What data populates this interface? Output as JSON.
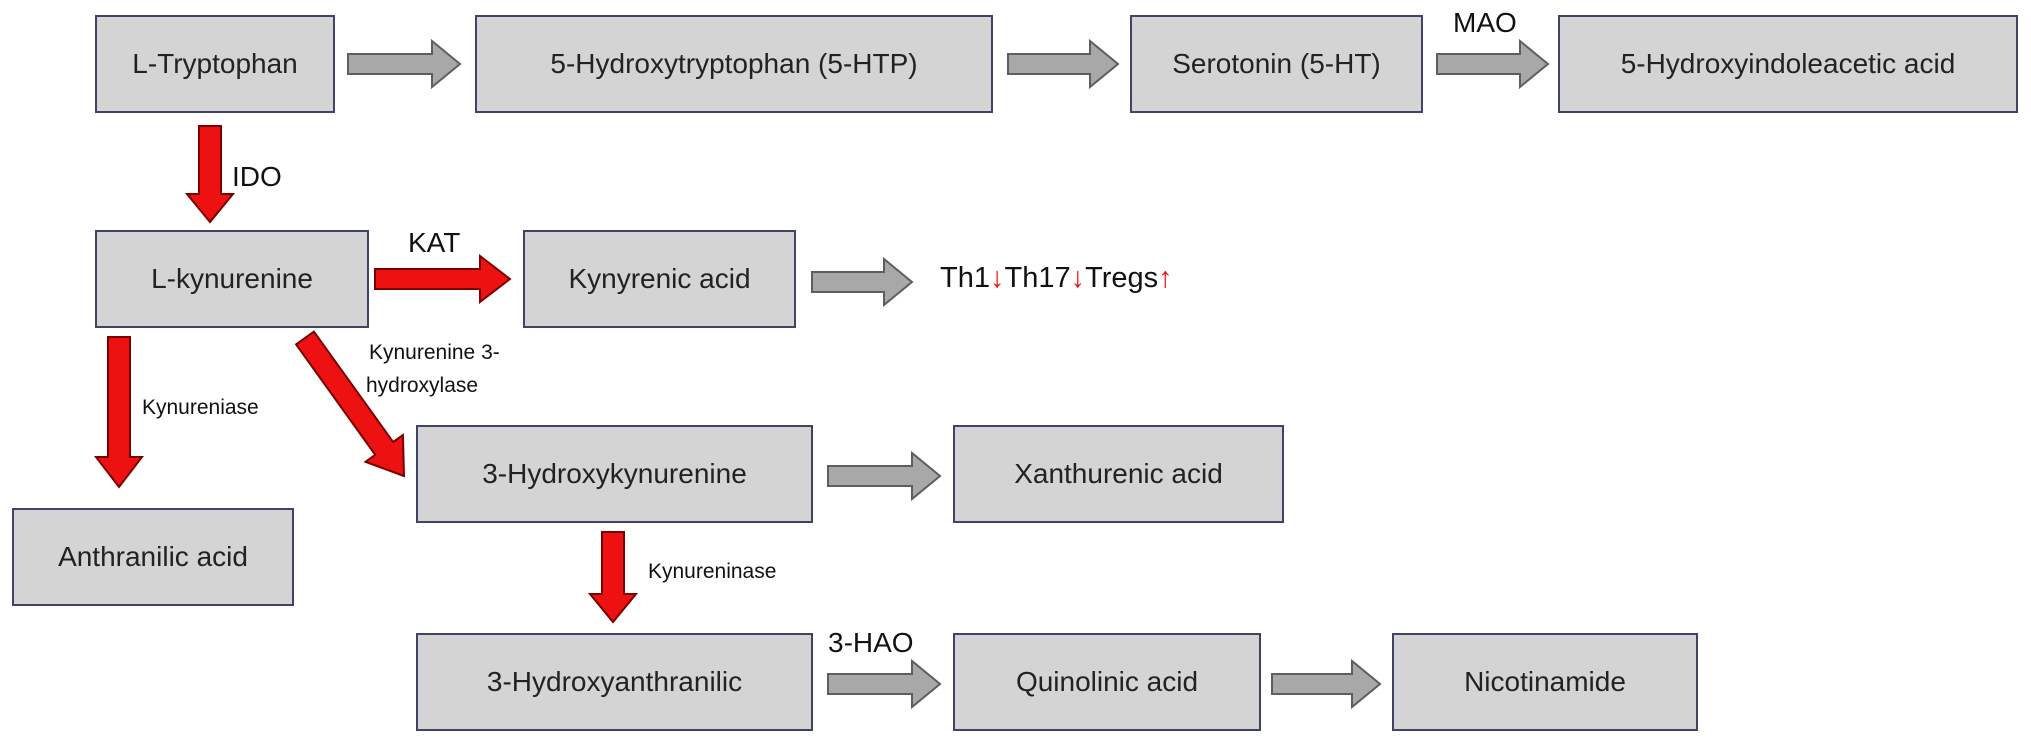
{
  "colors": {
    "box_fill": "#d4d4d4",
    "box_border": "#3f4466",
    "gray_arrow": "#a8a8a8",
    "gray_arrow_border": "#5e5e5e",
    "red_arrow": "#ee1111",
    "red_arrow_border": "#7a0000"
  },
  "nodes": {
    "tryptophan": "L-Tryptophan",
    "htp": "5-Hydroxytryptophan (5-HTP)",
    "serotonin": "Serotonin (5-HT)",
    "hiaa": "5-Hydroxyindoleacetic acid",
    "kynurenine": "L-kynurenine",
    "kynurenic": "Kynyrenic acid",
    "hydroxykynurenine": "3-Hydroxykynurenine",
    "xanthurenic": "Xanthurenic acid",
    "anthranilic": "Anthranilic acid",
    "hydroxyanthranilic": "3-Hydroxyanthranilic",
    "quinolinic": "Quinolinic acid",
    "nicotinamide": "Nicotinamide"
  },
  "enzymes": {
    "mao": "MAO",
    "ido": "IDO",
    "kat": "KAT",
    "kynureniase": "Kynureniase",
    "k3h_line1": "Kynurenine 3-",
    "k3h_line2": "hydroxylase",
    "kynureninase": "Kynureninase",
    "hao": "3-HAO"
  },
  "cell_effects": {
    "th1": "Th1",
    "th1_dir": "↓",
    "th17": "Th17",
    "th17_dir": "↓",
    "tregs": "Tregs",
    "tregs_dir": "↑"
  },
  "edges": [
    {
      "from": "tryptophan",
      "to": "htp",
      "color": "gray"
    },
    {
      "from": "htp",
      "to": "serotonin",
      "color": "gray"
    },
    {
      "from": "serotonin",
      "to": "hiaa",
      "color": "gray",
      "label": "mao"
    },
    {
      "from": "tryptophan",
      "to": "kynurenine",
      "color": "red",
      "label": "ido"
    },
    {
      "from": "kynurenine",
      "to": "kynurenic",
      "color": "red",
      "label": "kat"
    },
    {
      "from": "kynurenic",
      "to": "cell_effects",
      "color": "gray"
    },
    {
      "from": "kynurenine",
      "to": "anthranilic",
      "color": "red",
      "label": "kynureniase"
    },
    {
      "from": "kynurenine",
      "to": "hydroxykynurenine",
      "color": "red",
      "label": "k3h"
    },
    {
      "from": "hydroxykynurenine",
      "to": "xanthurenic",
      "color": "gray"
    },
    {
      "from": "hydroxykynurenine",
      "to": "hydroxyanthranilic",
      "color": "red",
      "label": "kynureninase"
    },
    {
      "from": "hydroxyanthranilic",
      "to": "quinolinic",
      "color": "gray",
      "label": "hao"
    },
    {
      "from": "quinolinic",
      "to": "nicotinamide",
      "color": "gray"
    }
  ]
}
